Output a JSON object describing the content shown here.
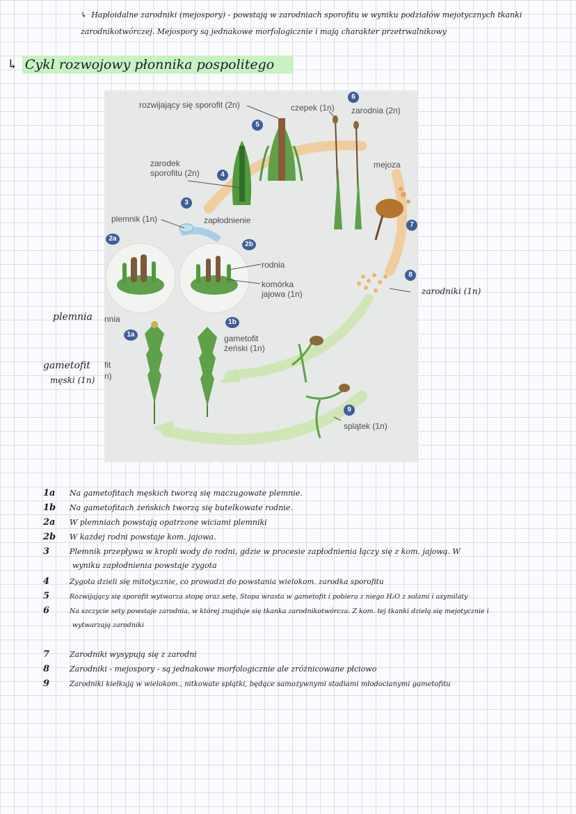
{
  "top_note": {
    "line1": "Haploidalne zarodniki (mejospory) - powstają w zarodniach sporofitu w wyniku podziałów mejotycznych tkanki",
    "line2": "zarodnikotwórczej. Mejospory są jednakowe morfologicznie i mają charakter przetrwalnikowy"
  },
  "title": "Cykl rozwojowy płonnika pospolitego",
  "diagram": {
    "labels": {
      "rozwijajacy": "rozwijający się sporofit (2n)",
      "czepek": "czepek (1n)",
      "zarodnia": "zarodnia (2n)",
      "zarodek1": "zarodek",
      "zarodek2": "sporofitu (2n)",
      "mejoza": "mejoza",
      "plemnik": "plemnik (1n)",
      "zaplodnienie": "zapłodnienie",
      "rodnia": "rodnia",
      "komorka1": "komórka",
      "komorka2": "jajowa (1n)",
      "gametofit1": "gametofit",
      "gametofit2": "żeński (1n)",
      "splatek": "splątek (1n)",
      "nnia": "nnia",
      "fit": "fit",
      "n": "n)"
    },
    "badges": [
      "6",
      "5",
      "4",
      "3",
      "2a",
      "2b",
      "7",
      "8",
      "1b",
      "1a",
      "9"
    ]
  },
  "side_notes": {
    "plemnia": "plemnia",
    "gametofit_meski1": "gametofit",
    "gametofit_meski2": "męski (1n)",
    "zarodniki": "zarodniki (1n)"
  },
  "steps": [
    {
      "num": "1a",
      "text": "Na gametofitach męskich tworzą się maczugowate plemnie."
    },
    {
      "num": "1b",
      "text": "Na gametofitach żeńskich tworzą się butelkowate rodnie."
    },
    {
      "num": "2a",
      "text": "W plemniach powstają opatrzone wiciami plemniki"
    },
    {
      "num": "2b",
      "text": "W każdej rodni powstaje kom. jajowa."
    },
    {
      "num": "3",
      "text": "Plemnik przepływa w kropli wody do rodni, gdzie w procesie zapłodnienia łączy się z kom. jajową. W",
      "cont": "wyniku zapłodnienia powstaje zygota"
    },
    {
      "num": "4",
      "text": "Zygota dzieli się mitotycznie, co prowadzi do powstania wielokom. zarodka sporofitu"
    },
    {
      "num": "5",
      "text": "Rozwijający się sporofit wytwarza stopę oraz setę. Stopa wrasta w gametofit i pobiera z niego H₂O z solami i asymilaty"
    },
    {
      "num": "6",
      "text": "Na szczycie sety powstaje zarodnia, w której znajduje się tkanka zarodnikotwórcza. Z kom. tej tkanki dzielą się mejotycznie i",
      "cont": "wytwarzają zarodniki"
    },
    {
      "num": "7",
      "text": "Zarodniki wysypują się z zarodni"
    },
    {
      "num": "8",
      "text": "Zarodniki - mejospory - są jednakowe morfologicznie ale zróżnicowane płciowo"
    },
    {
      "num": "9",
      "text": "Zarodniki kiełkują w wielokom., nitkowate splątki, będące samożywnymi stadiami młodocianymi gametofitu"
    }
  ]
}
